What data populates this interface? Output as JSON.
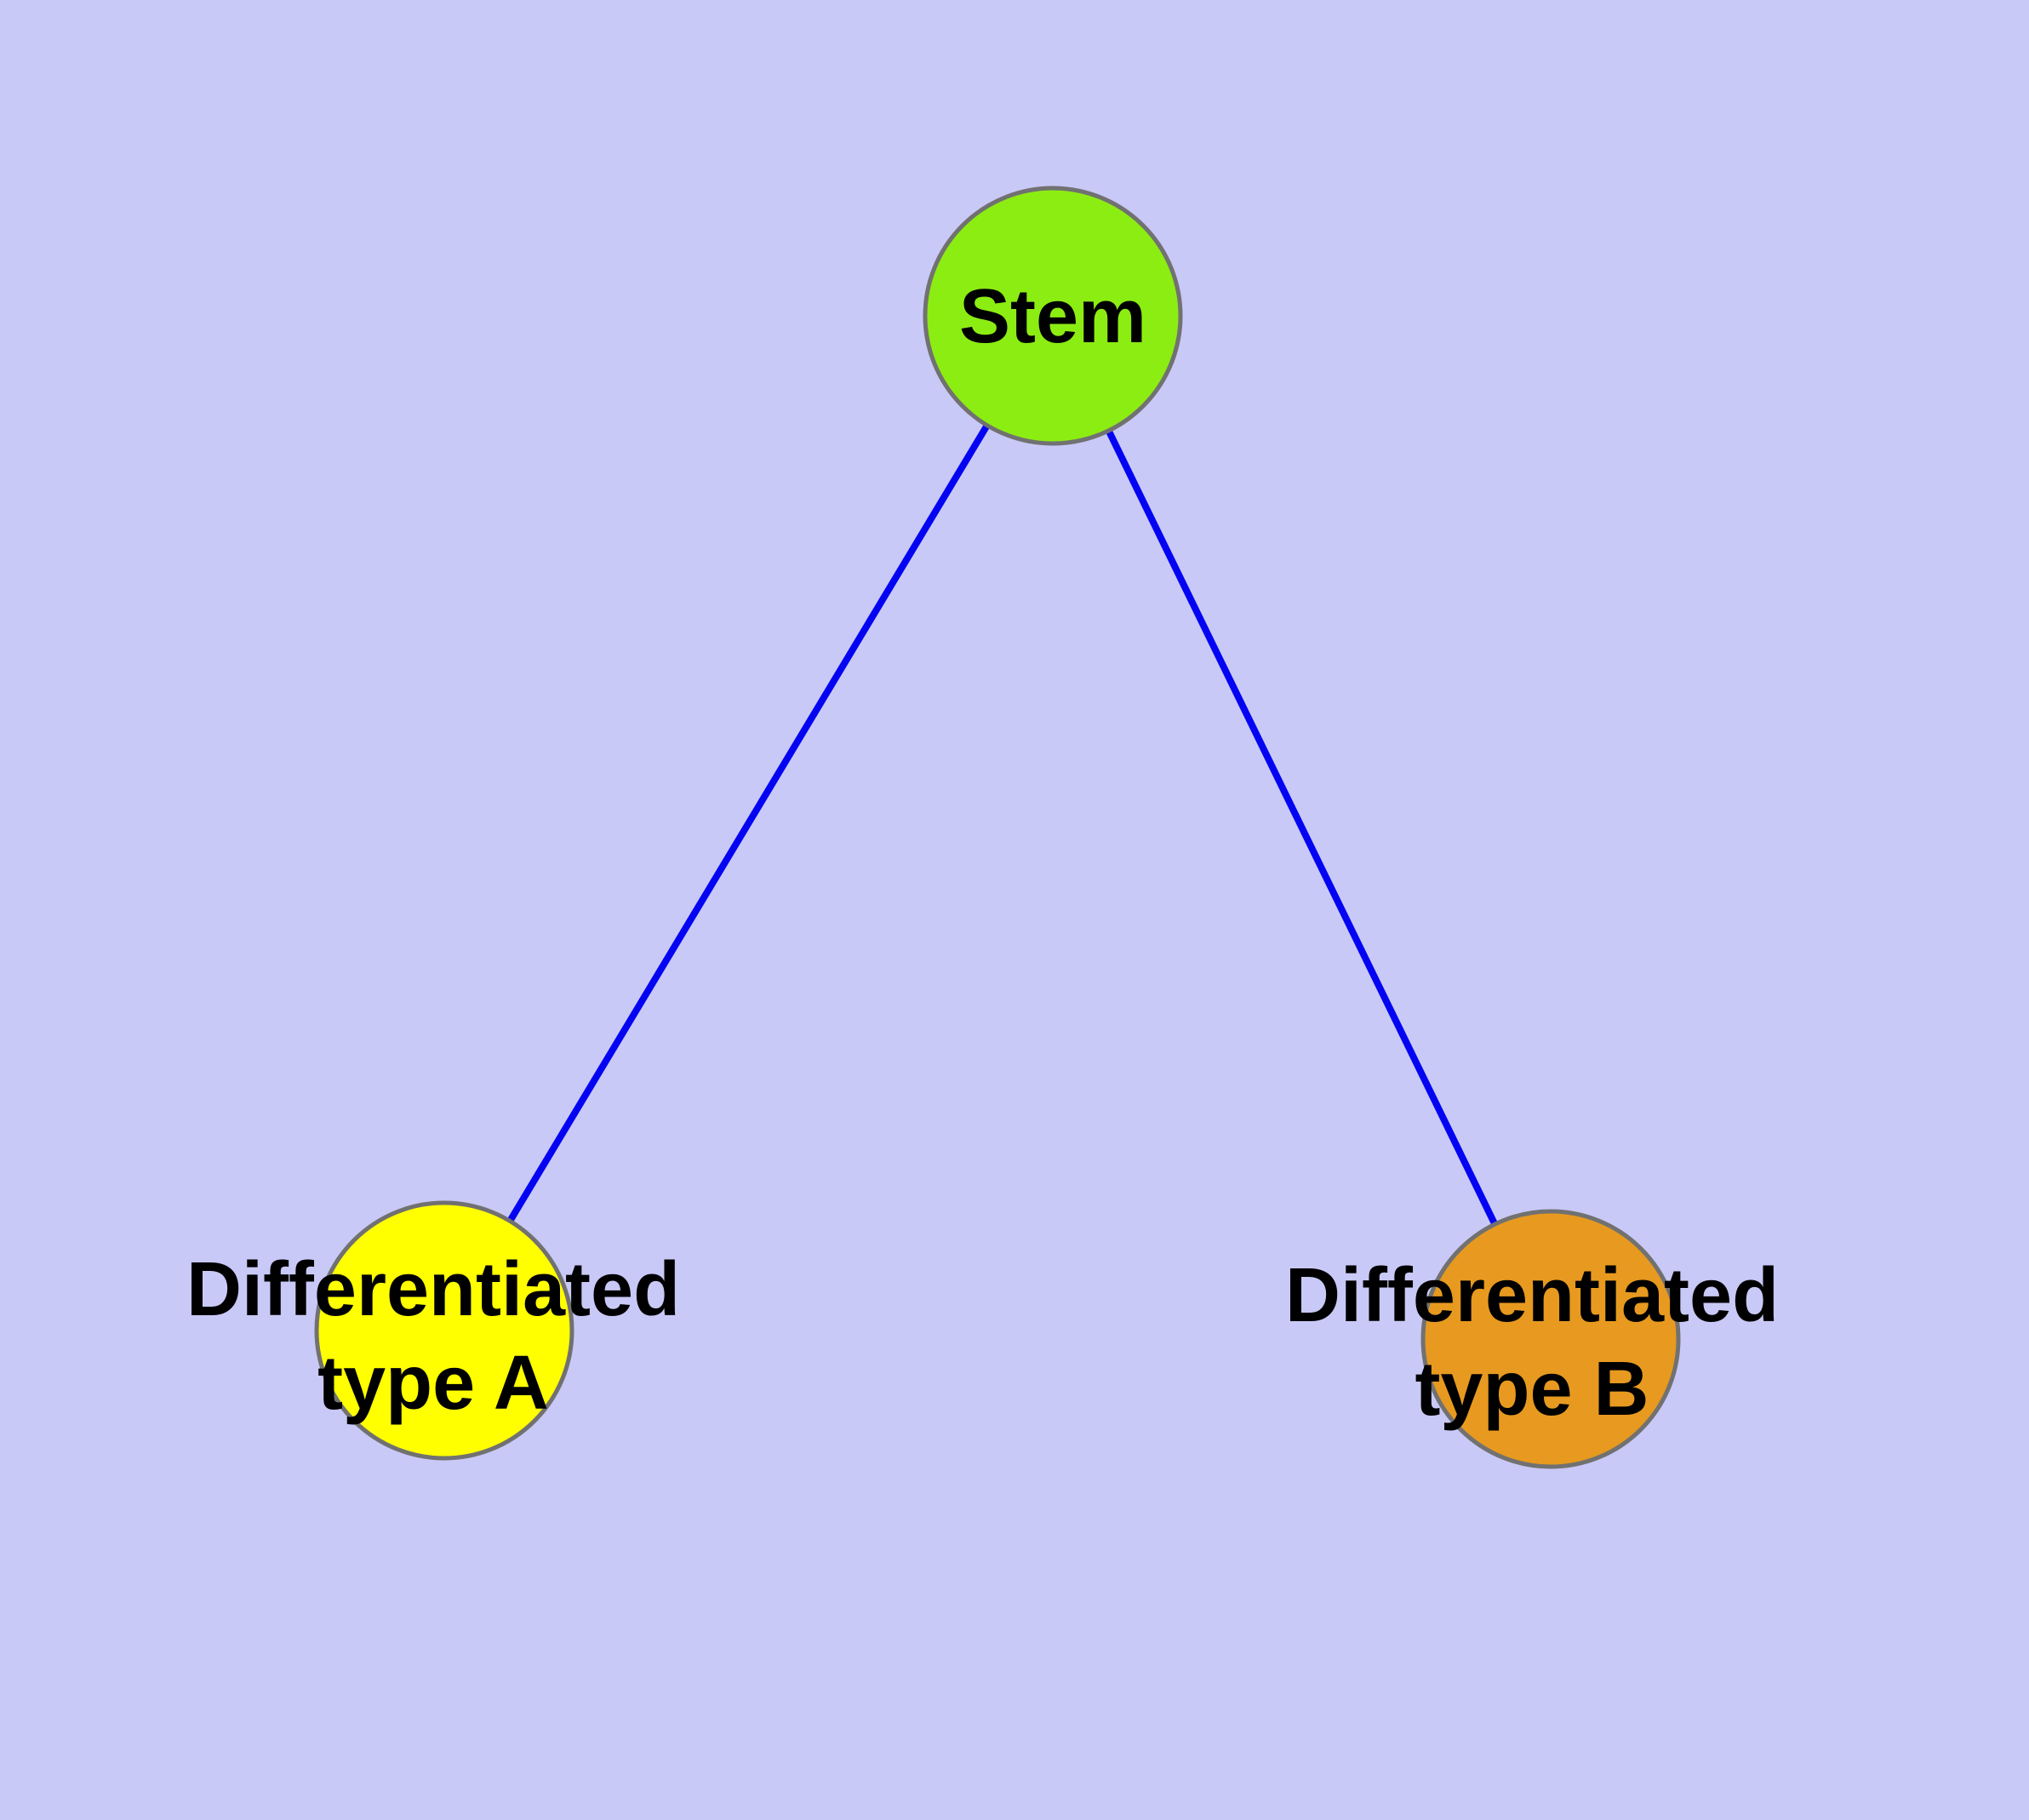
{
  "diagram": {
    "background_color": "#c9c9f7",
    "edge_color": "#0404f2",
    "node_border_color": "#717171",
    "label_color": "#000000",
    "nodes": [
      {
        "id": "stem",
        "label": "Stem",
        "fill": "#8ced12"
      },
      {
        "id": "type-a",
        "label": "Differentiated\ntype A",
        "fill": "#ffff00"
      },
      {
        "id": "type-b",
        "label": "Differentiated\ntype B",
        "fill": "#e79a1f"
      }
    ],
    "edges": [
      {
        "from": "stem",
        "to": "type-a"
      },
      {
        "from": "stem",
        "to": "type-b"
      }
    ]
  }
}
